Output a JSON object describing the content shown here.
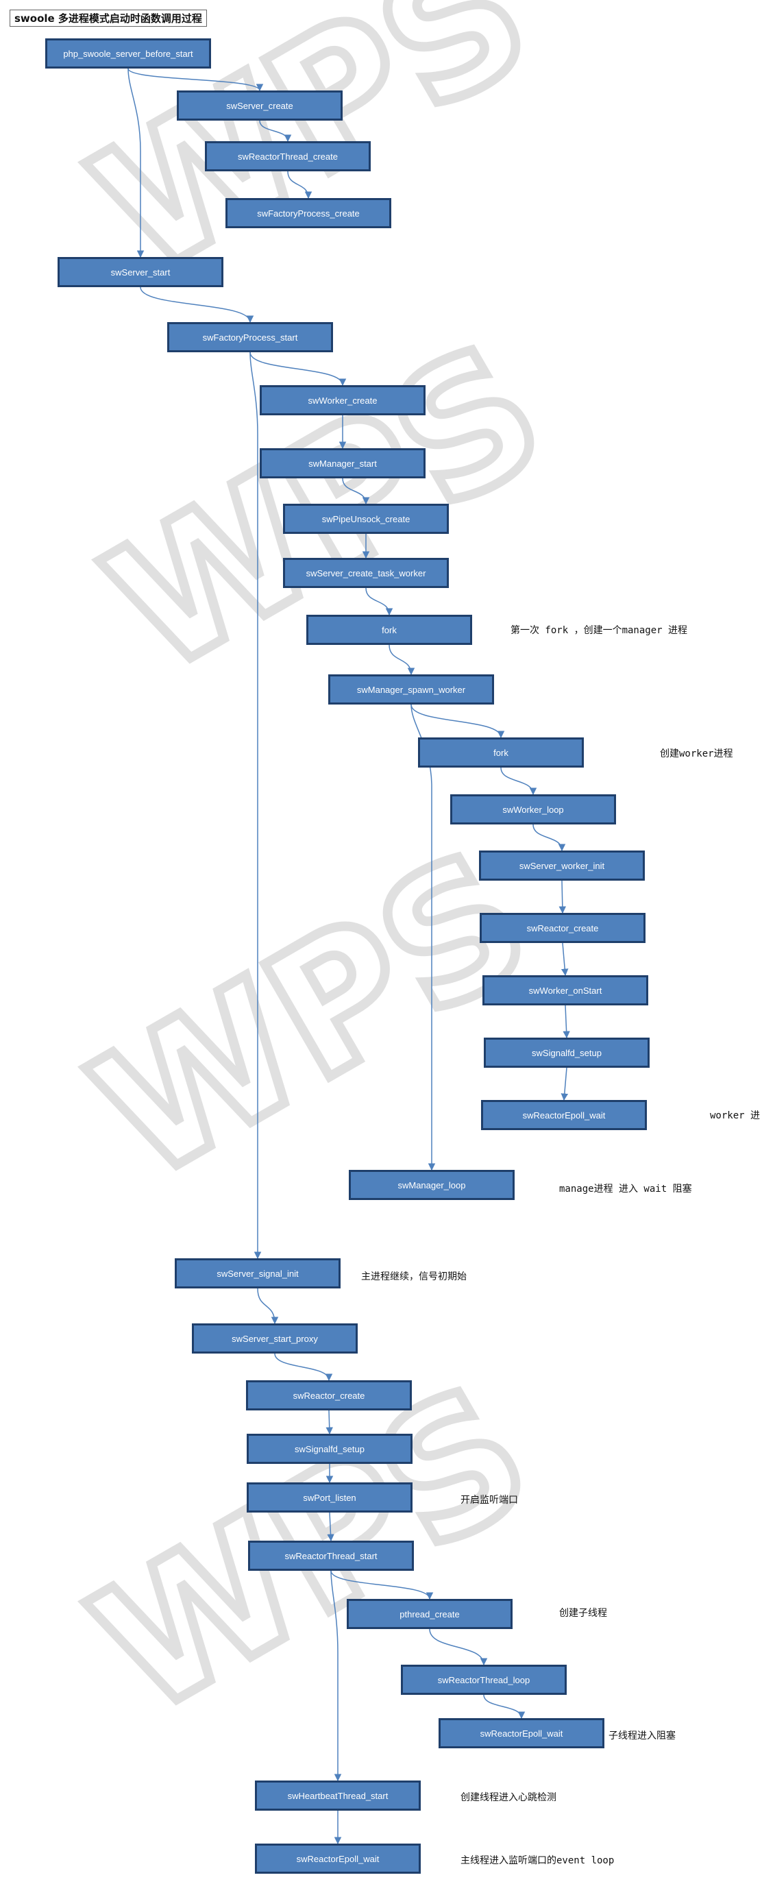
{
  "title": "swoole 多进程模式启动时函数调用过程",
  "watermark": "WPS",
  "colors": {
    "node_fill": "#4f81bd",
    "node_border": "#1f3f6b",
    "edge": "#4f81bd",
    "watermark": "#d9d9d9"
  },
  "nodes": [
    {
      "id": "n0",
      "label": "php_swoole_server_before_start"
    },
    {
      "id": "n1",
      "label": "swServer_create"
    },
    {
      "id": "n2",
      "label": "swReactorThread_create"
    },
    {
      "id": "n3",
      "label": "swFactoryProcess_create"
    },
    {
      "id": "n4",
      "label": "swServer_start"
    },
    {
      "id": "n5",
      "label": "swFactoryProcess_start"
    },
    {
      "id": "n6",
      "label": "swWorker_create"
    },
    {
      "id": "n7",
      "label": "swManager_start"
    },
    {
      "id": "n8",
      "label": "swPipeUnsock_create"
    },
    {
      "id": "n9",
      "label": "swServer_create_task_worker"
    },
    {
      "id": "n10",
      "label": "fork"
    },
    {
      "id": "n11",
      "label": "swManager_spawn_worker"
    },
    {
      "id": "n12",
      "label": "fork"
    },
    {
      "id": "n13",
      "label": "swWorker_loop"
    },
    {
      "id": "n14",
      "label": "swServer_worker_init"
    },
    {
      "id": "n15",
      "label": "swReactor_create"
    },
    {
      "id": "n16",
      "label": "swWorker_onStart"
    },
    {
      "id": "n17",
      "label": "swSignalfd_setup"
    },
    {
      "id": "n18",
      "label": "swReactorEpoll_wait"
    },
    {
      "id": "n19",
      "label": "swManager_loop"
    },
    {
      "id": "n20",
      "label": "swServer_signal_init"
    },
    {
      "id": "n21",
      "label": "swServer_start_proxy"
    },
    {
      "id": "n22",
      "label": "swReactor_create"
    },
    {
      "id": "n23",
      "label": "swSignalfd_setup"
    },
    {
      "id": "n24",
      "label": "swPort_listen"
    },
    {
      "id": "n25",
      "label": "swReactorThread_start"
    },
    {
      "id": "n26",
      "label": "pthread_create"
    },
    {
      "id": "n27",
      "label": "swReactorThread_loop"
    },
    {
      "id": "n28",
      "label": "swReactorEpoll_wait"
    },
    {
      "id": "n29",
      "label": "swHeartbeatThread_start"
    },
    {
      "id": "n30",
      "label": "swReactorEpoll_wait"
    }
  ],
  "edges": [
    [
      "n0",
      "n1"
    ],
    [
      "n0",
      "n4"
    ],
    [
      "n1",
      "n2"
    ],
    [
      "n2",
      "n3"
    ],
    [
      "n4",
      "n5"
    ],
    [
      "n5",
      "n6"
    ],
    [
      "n5",
      "n20"
    ],
    [
      "n6",
      "n7"
    ],
    [
      "n7",
      "n8"
    ],
    [
      "n8",
      "n9"
    ],
    [
      "n9",
      "n10"
    ],
    [
      "n10",
      "n11"
    ],
    [
      "n11",
      "n12"
    ],
    [
      "n11",
      "n19"
    ],
    [
      "n12",
      "n13"
    ],
    [
      "n13",
      "n14"
    ],
    [
      "n14",
      "n15"
    ],
    [
      "n15",
      "n16"
    ],
    [
      "n16",
      "n17"
    ],
    [
      "n17",
      "n18"
    ],
    [
      "n20",
      "n21"
    ],
    [
      "n21",
      "n22"
    ],
    [
      "n22",
      "n23"
    ],
    [
      "n23",
      "n24"
    ],
    [
      "n24",
      "n25"
    ],
    [
      "n25",
      "n26"
    ],
    [
      "n25",
      "n29"
    ],
    [
      "n26",
      "n27"
    ],
    [
      "n27",
      "n28"
    ],
    [
      "n29",
      "n30"
    ]
  ],
  "notes": [
    {
      "id": "a0",
      "text": "第一次 fork ，创建一个manager 进程"
    },
    {
      "id": "a1",
      "text": "创建worker进程"
    },
    {
      "id": "a2",
      "text": "worker 进"
    },
    {
      "id": "a3",
      "text": "manage进程 进入 wait 阻塞"
    },
    {
      "id": "a4",
      "text": "主进程继续，信号初期始"
    },
    {
      "id": "a5",
      "text": "开启监听端口"
    },
    {
      "id": "a6",
      "text": "创建子线程"
    },
    {
      "id": "a7",
      "text": "子线程进入阻塞"
    },
    {
      "id": "a8",
      "text": "创建线程进入心跳检测"
    },
    {
      "id": "a9",
      "text": "主线程进入监听端口的event loop"
    }
  ]
}
